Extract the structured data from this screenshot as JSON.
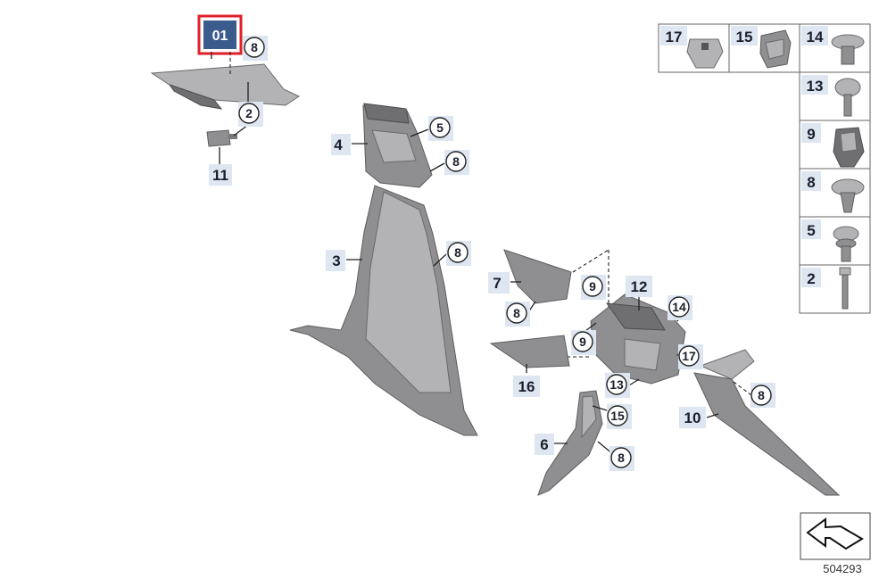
{
  "badge": {
    "text": "01",
    "bg": "#3b5b8c",
    "border": "#e0202a"
  },
  "callouts": {
    "c_2a": "2",
    "c_3": "3",
    "c_4": "4",
    "c_5a": "5",
    "c_6": "6",
    "c_7": "7",
    "c_8a": "8",
    "c_8b": "8",
    "c_8c": "8",
    "c_8d": "8",
    "c_8e": "8",
    "c_8f": "8",
    "c_9a": "9",
    "c_9b": "9",
    "c_10": "10",
    "c_11": "11",
    "c_12": "12",
    "c_13a": "13",
    "c_14a": "14",
    "c_15a": "15",
    "c_16": "16",
    "c_17a": "17"
  },
  "parts_grid": {
    "top_row": [
      "17",
      "15",
      "14"
    ],
    "right_col": [
      "13",
      "9",
      "8",
      "5",
      "2"
    ]
  },
  "reference_number": "504293",
  "icons": [
    "diagram-badge",
    "navigation-arrow-icon"
  ]
}
